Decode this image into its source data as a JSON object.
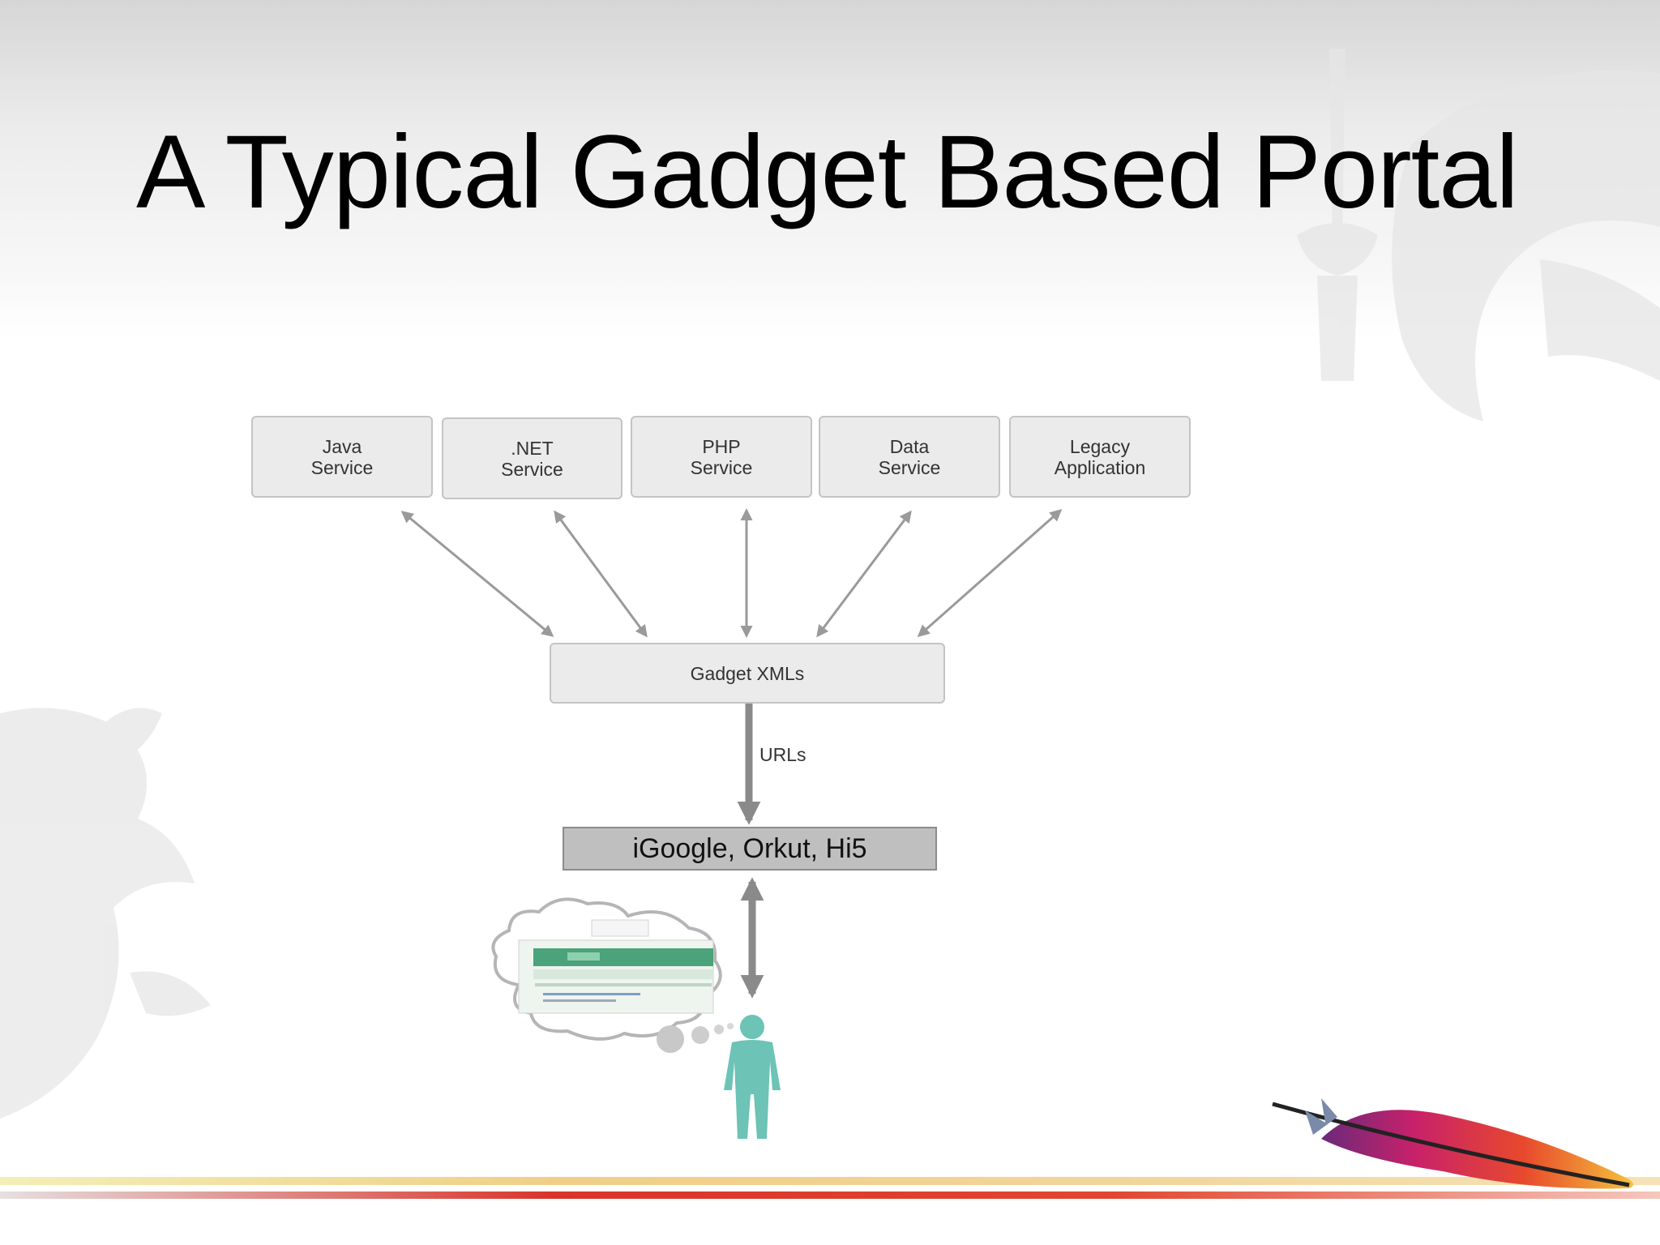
{
  "slide": {
    "title": "A Typical Gadget Based Portal"
  },
  "diagram": {
    "services": [
      {
        "id": "java",
        "label": "Java\nService"
      },
      {
        "id": "net",
        "label": ".NET\nService"
      },
      {
        "id": "php",
        "label": "PHP\nService"
      },
      {
        "id": "data",
        "label": "Data\nService"
      },
      {
        "id": "legacy",
        "label": "Legacy\nApplication"
      }
    ],
    "gadget_xmls": "Gadget XMLs",
    "urls_label": "URLs",
    "platforms": "iGoogle, Orkut, Hi5"
  },
  "colors": {
    "box_fill": "#ebebeb",
    "box_border": "#c4c4c4",
    "arrow": "#9a9a9a",
    "platform_fill": "#bfbfbf",
    "person": "#6cc3b6",
    "footer_yellow": "#f0d28a",
    "footer_red": "#d8342b"
  },
  "icons": [
    "apache-feather-logo",
    "thought-cloud-icon",
    "person-icon",
    "dragon-watermark-icon"
  ]
}
